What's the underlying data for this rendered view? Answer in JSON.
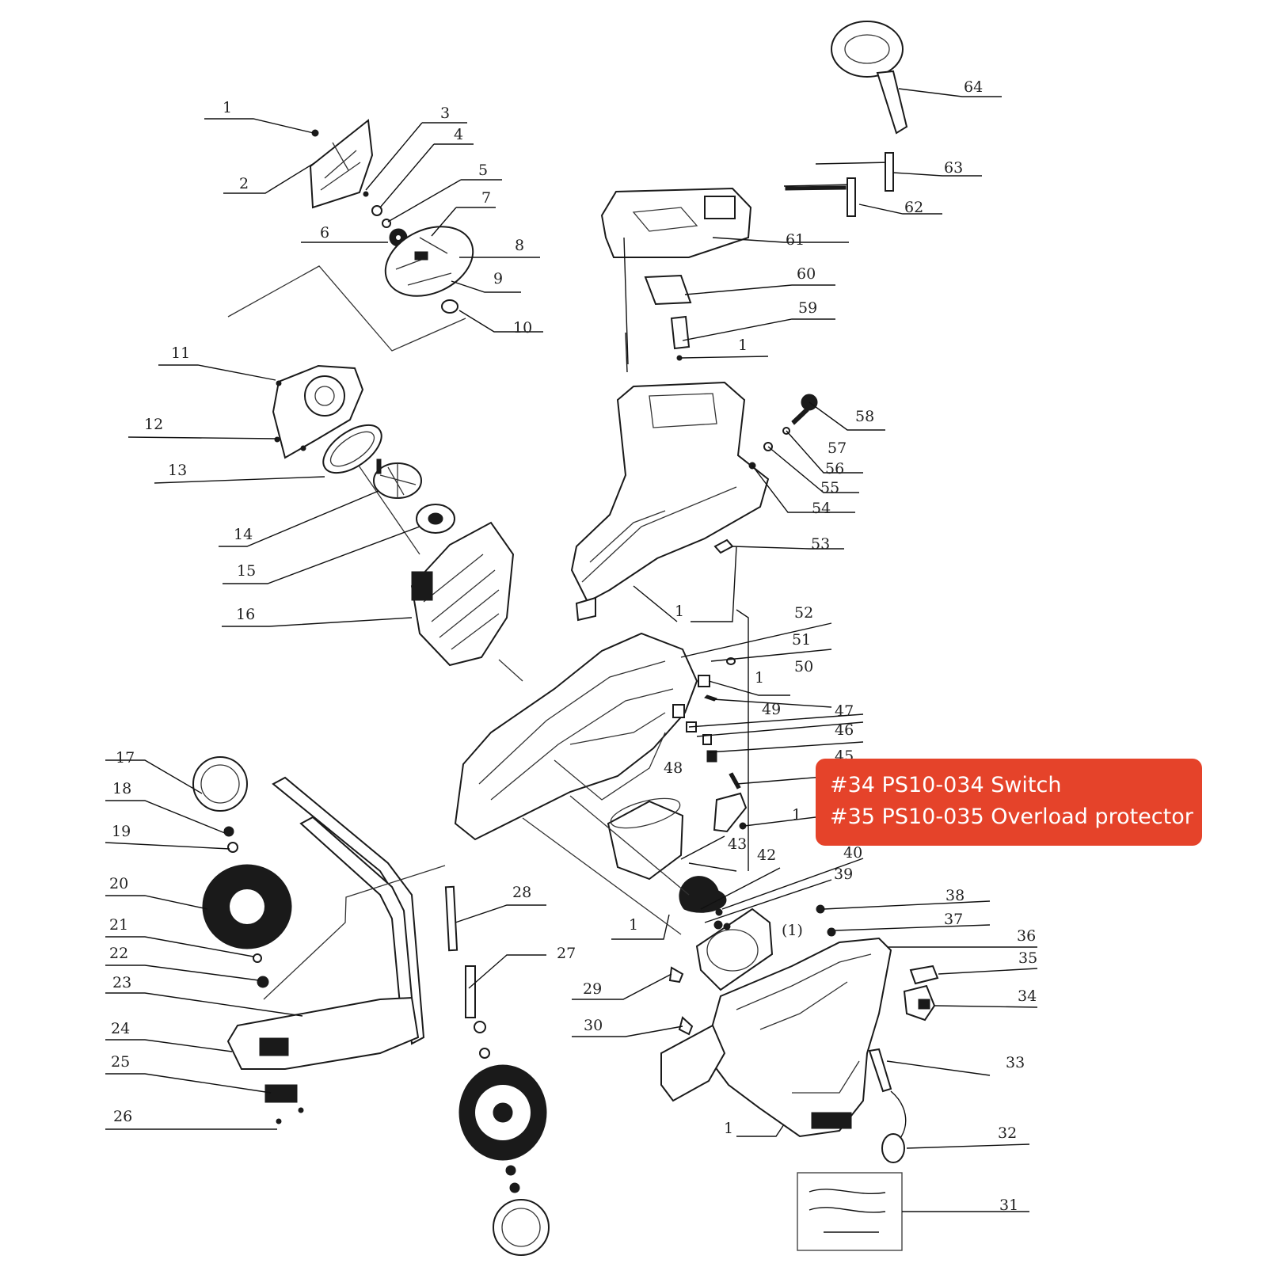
{
  "callout": {
    "lines": [
      "#34 PS10-034 Switch",
      "#35 PS10-035 Overload protector"
    ],
    "color": "#E5432A",
    "text_color": "#FFFFFF"
  },
  "part_labels": [
    {
      "id": "p1a",
      "text": "1"
    },
    {
      "id": "p2",
      "text": "2"
    },
    {
      "id": "p3",
      "text": "3"
    },
    {
      "id": "p4",
      "text": "4"
    },
    {
      "id": "p5",
      "text": "5"
    },
    {
      "id": "p6",
      "text": "6"
    },
    {
      "id": "p7",
      "text": "7"
    },
    {
      "id": "p8",
      "text": "8"
    },
    {
      "id": "p9",
      "text": "9"
    },
    {
      "id": "p10",
      "text": "10"
    },
    {
      "id": "p11",
      "text": "11"
    },
    {
      "id": "p12",
      "text": "12"
    },
    {
      "id": "p13",
      "text": "13"
    },
    {
      "id": "p14",
      "text": "14"
    },
    {
      "id": "p15",
      "text": "15"
    },
    {
      "id": "p16",
      "text": "16"
    },
    {
      "id": "p17",
      "text": "17"
    },
    {
      "id": "p18",
      "text": "18"
    },
    {
      "id": "p19",
      "text": "19"
    },
    {
      "id": "p20",
      "text": "20"
    },
    {
      "id": "p21",
      "text": "21"
    },
    {
      "id": "p22",
      "text": "22"
    },
    {
      "id": "p23",
      "text": "23"
    },
    {
      "id": "p24",
      "text": "24"
    },
    {
      "id": "p25",
      "text": "25"
    },
    {
      "id": "p26",
      "text": "26"
    },
    {
      "id": "p27",
      "text": "27"
    },
    {
      "id": "p28",
      "text": "28"
    },
    {
      "id": "p29",
      "text": "29"
    },
    {
      "id": "p30",
      "text": "30"
    },
    {
      "id": "p31",
      "text": "31"
    },
    {
      "id": "p32",
      "text": "32"
    },
    {
      "id": "p33",
      "text": "33"
    },
    {
      "id": "p34",
      "text": "34"
    },
    {
      "id": "p35",
      "text": "35"
    },
    {
      "id": "p36",
      "text": "36"
    },
    {
      "id": "p37",
      "text": "37"
    },
    {
      "id": "p38",
      "text": "38"
    },
    {
      "id": "p1paren",
      "text": "(1)"
    },
    {
      "id": "p39",
      "text": "39"
    },
    {
      "id": "p40",
      "text": "40"
    },
    {
      "id": "p42",
      "text": "42"
    },
    {
      "id": "p43",
      "text": "43"
    },
    {
      "id": "p45",
      "text": "45"
    },
    {
      "id": "p46",
      "text": "46"
    },
    {
      "id": "p47",
      "text": "47"
    },
    {
      "id": "p48",
      "text": "48"
    },
    {
      "id": "p49",
      "text": "49"
    },
    {
      "id": "p50",
      "text": "50"
    },
    {
      "id": "p51",
      "text": "51"
    },
    {
      "id": "p52",
      "text": "52"
    },
    {
      "id": "p53",
      "text": "53"
    },
    {
      "id": "p54",
      "text": "54"
    },
    {
      "id": "p55",
      "text": "55"
    },
    {
      "id": "p56",
      "text": "56"
    },
    {
      "id": "p57",
      "text": "57"
    },
    {
      "id": "p58",
      "text": "58"
    },
    {
      "id": "p59",
      "text": "59"
    },
    {
      "id": "p60",
      "text": "60"
    },
    {
      "id": "p61",
      "text": "61"
    },
    {
      "id": "p62",
      "text": "62"
    },
    {
      "id": "p63",
      "text": "63"
    },
    {
      "id": "p64",
      "text": "64"
    },
    {
      "id": "p1b",
      "text": "1"
    },
    {
      "id": "p1c",
      "text": "1"
    },
    {
      "id": "p1d",
      "text": "1"
    },
    {
      "id": "p1e",
      "text": "1"
    },
    {
      "id": "p1f",
      "text": "1"
    },
    {
      "id": "p1g",
      "text": "1"
    }
  ]
}
